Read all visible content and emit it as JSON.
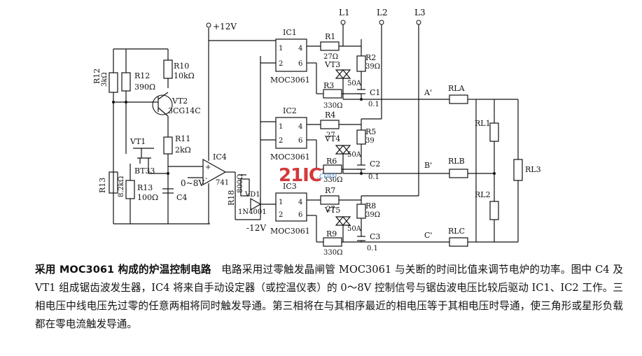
{
  "supply": {
    "pos": "+12V",
    "neg": "-12V"
  },
  "phases": {
    "l1": "L1",
    "l2": "L2",
    "l3": "L3"
  },
  "nodes": {
    "a": "A'",
    "b": "B'",
    "c": "C'"
  },
  "ics": {
    "ic1": {
      "name": "IC1",
      "part": "MOC3061",
      "pins": [
        "1",
        "2",
        "4",
        "6"
      ]
    },
    "ic2": {
      "name": "IC2",
      "part": "MOC3061",
      "pins": [
        "1",
        "2",
        "4",
        "6"
      ]
    },
    "ic3": {
      "name": "IC3",
      "part": "MOC3061",
      "pins": [
        "1",
        "2",
        "4",
        "6"
      ]
    },
    "ic4": {
      "name": "IC4",
      "part": "741"
    }
  },
  "resistors": {
    "r1": {
      "name": "R1",
      "value": "27Ω"
    },
    "r2": {
      "name": "R2",
      "value": "39Ω"
    },
    "r3": {
      "name": "R3",
      "value": "330Ω"
    },
    "r4": {
      "name": "R4",
      "value": "27"
    },
    "r5": {
      "name": "R5",
      "value": "39"
    },
    "r6": {
      "name": "R6",
      "value": "330Ω"
    },
    "r7": {
      "name": "R7",
      "value": "27"
    },
    "r8": {
      "name": "R8",
      "value": "39Ω"
    },
    "r9": {
      "name": "R9",
      "value": "330Ω"
    },
    "r10": {
      "name": "R10",
      "value": "10kΩ"
    },
    "r11": {
      "name": "R11",
      "value": "2kΩ"
    },
    "r12": {
      "name": "R12",
      "value": "390Ω"
    },
    "r12b": {
      "name": "R12",
      "value": "3kΩ"
    },
    "r13": {
      "name": "R13",
      "value": "100Ω"
    },
    "r13b": {
      "name": "R13",
      "value": "8.2kΩ"
    },
    "r18": {
      "name": "R18",
      "value": "800Ω"
    }
  },
  "caps": {
    "c1": {
      "name": "C1",
      "value": "0.1"
    },
    "c2": {
      "name": "C2",
      "value": "0.1"
    },
    "c3": {
      "name": "C3",
      "value": "0.1"
    },
    "c4": {
      "name": "C4"
    }
  },
  "triacs": {
    "vt3": {
      "name": "VT3",
      "rating": "50A"
    },
    "vt4": {
      "name": "VT4",
      "rating": "50A"
    },
    "vt5": {
      "name": "VT5",
      "rating": "50A"
    }
  },
  "transistors": {
    "vt1": {
      "name": "VT1",
      "part": "BT33"
    },
    "vt2": {
      "name": "VT2",
      "part": "3CG14C"
    }
  },
  "diode": {
    "name": "VD1",
    "part": "1N4001"
  },
  "setpoint": "0~8V",
  "loads": {
    "rla": "RLA",
    "rlb": "RLB",
    "rlc": "RLC",
    "rl1": "RL1",
    "rl2": "RL2",
    "rl3": "RL3"
  },
  "watermark": {
    "main": "21IC",
    "sub": ".com"
  },
  "caption": {
    "title": "采用 MOC3061 构成的炉温控制电路",
    "body": "电路采用过零触发晶闸管 MOC3061 与关断的时间比值来调节电炉的功率。图中 C4 及 VT1 组成锯齿波发生器，IC4 将来自手动设定器（或控温仪表）的 0～8V 控制信号与锯齿波电压比较后驱动 IC1、IC2 工作。三相电压中线电压先过零的任意两相将同时触发导通。第三相将在与其相序最近的相电压等于其相电压时导通，使三角形或星形负载都在零电流触发导通。"
  }
}
